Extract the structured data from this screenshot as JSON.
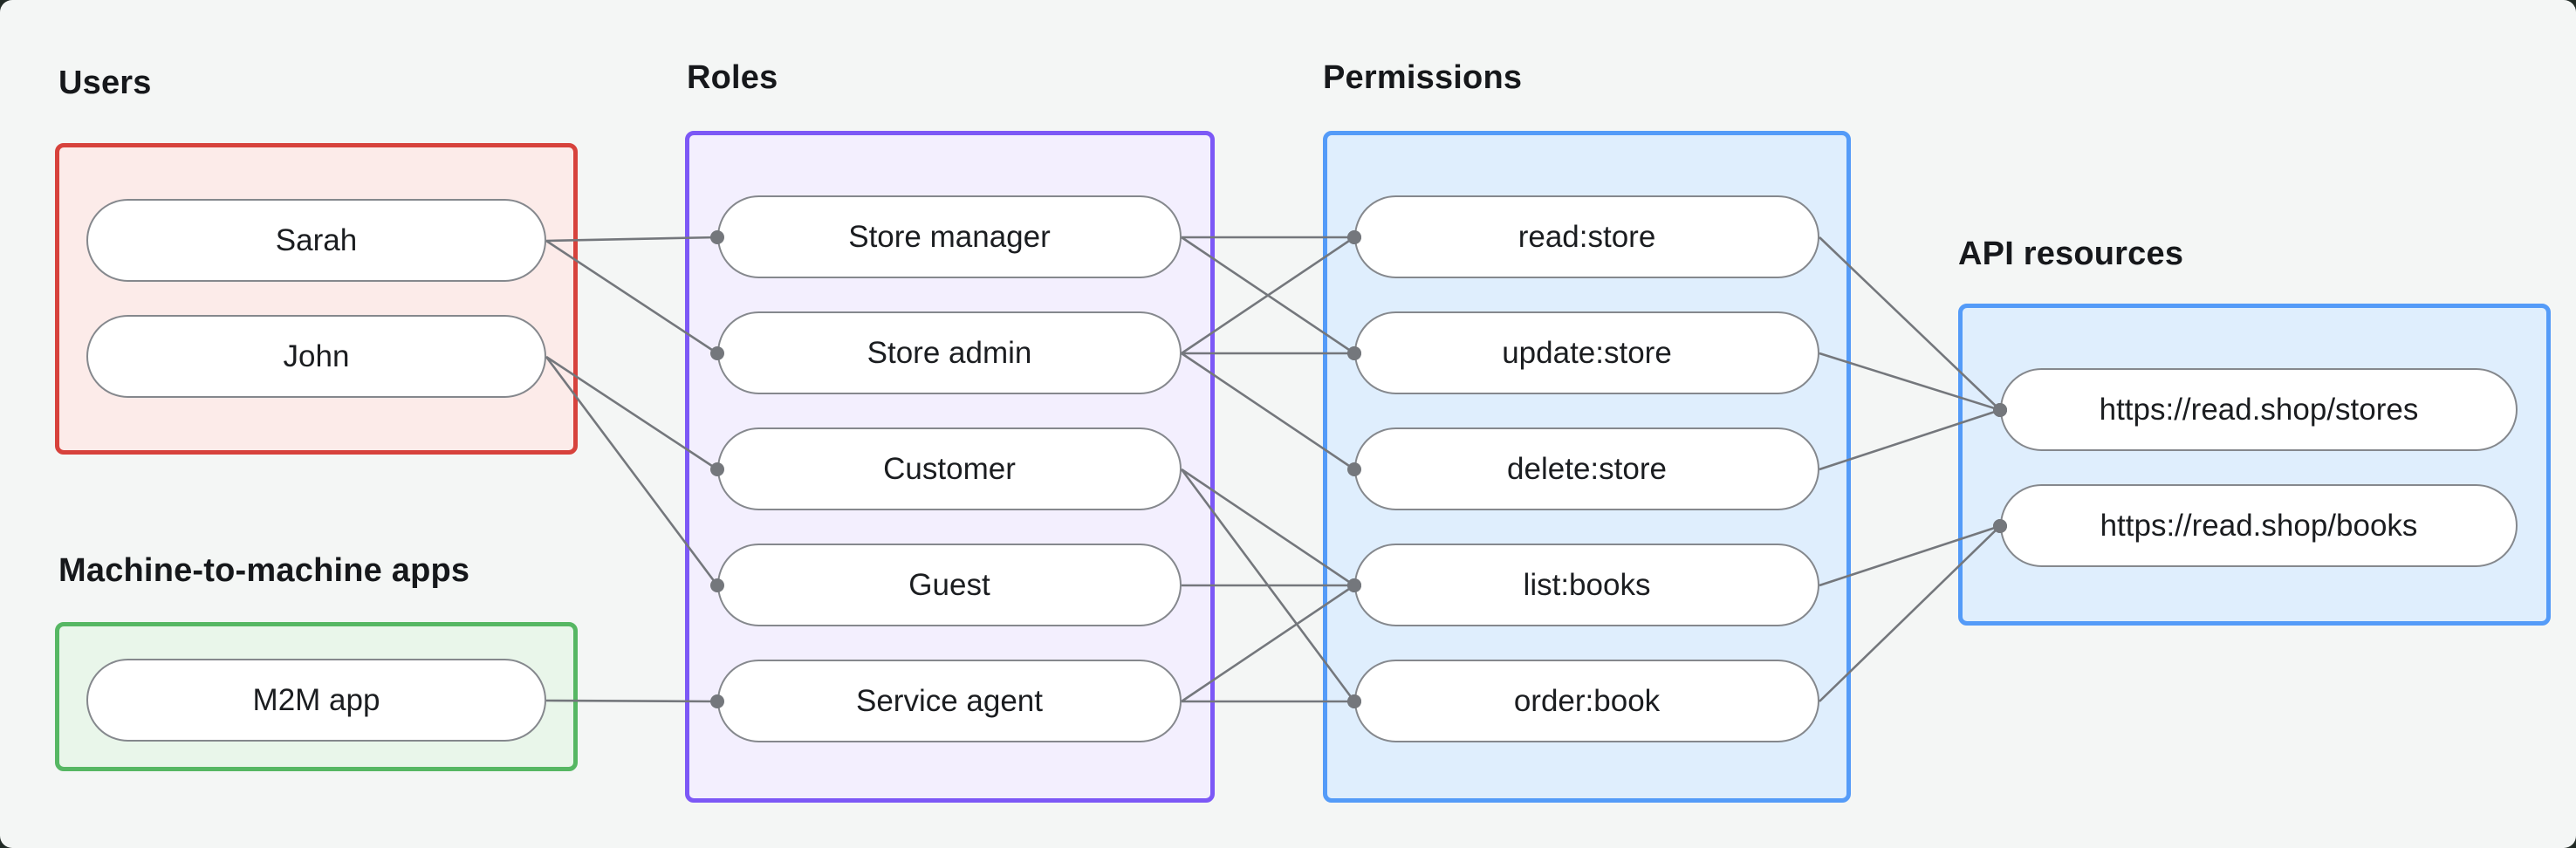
{
  "groups": {
    "users": {
      "label": "Users",
      "items": [
        "Sarah",
        "John"
      ],
      "border_color": "#d7423c",
      "fill_color": "#fcebe9"
    },
    "m2m": {
      "label": "Machine-to-machine apps",
      "items": [
        "M2M app"
      ],
      "border_color": "#56b763",
      "fill_color": "#e9f6ea"
    },
    "roles": {
      "label": "Roles",
      "items": [
        "Store manager",
        "Store admin",
        "Customer",
        "Guest",
        "Service agent"
      ],
      "border_color": "#7c58f6",
      "fill_color": "#f3effe"
    },
    "permissions": {
      "label": "Permissions",
      "items": [
        "read:store",
        "update:store",
        "delete:store",
        "list:books",
        "order:book"
      ],
      "border_color": "#549bf8",
      "fill_color": "#dfeefd"
    },
    "api_resources": {
      "label": "API resources",
      "items": [
        "https://read.shop/stores",
        "https://read.shop/books"
      ],
      "border_color": "#549bf8",
      "fill_color": "#dfeefd"
    }
  },
  "edges": [
    {
      "from": "sarah",
      "to": "store-manager"
    },
    {
      "from": "sarah",
      "to": "store-admin"
    },
    {
      "from": "john",
      "to": "customer"
    },
    {
      "from": "john",
      "to": "guest"
    },
    {
      "from": "m2m-app",
      "to": "service-agent"
    },
    {
      "from": "store-manager",
      "to": "read-store"
    },
    {
      "from": "store-manager",
      "to": "update-store"
    },
    {
      "from": "store-admin",
      "to": "read-store"
    },
    {
      "from": "store-admin",
      "to": "update-store"
    },
    {
      "from": "store-admin",
      "to": "delete-store"
    },
    {
      "from": "customer",
      "to": "list-books"
    },
    {
      "from": "customer",
      "to": "order-book"
    },
    {
      "from": "guest",
      "to": "list-books"
    },
    {
      "from": "service-agent",
      "to": "list-books"
    },
    {
      "from": "service-agent",
      "to": "order-book"
    },
    {
      "from": "read-store",
      "to": "stores-api"
    },
    {
      "from": "update-store",
      "to": "stores-api"
    },
    {
      "from": "delete-store",
      "to": "stores-api"
    },
    {
      "from": "list-books",
      "to": "books-api"
    },
    {
      "from": "order-book",
      "to": "books-api"
    }
  ],
  "colors": {
    "canvas_background": "#f4f6f5",
    "connector": "#74777c",
    "node_border": "#85888d",
    "node_fill": "#ffffff",
    "text": "#16181b"
  }
}
